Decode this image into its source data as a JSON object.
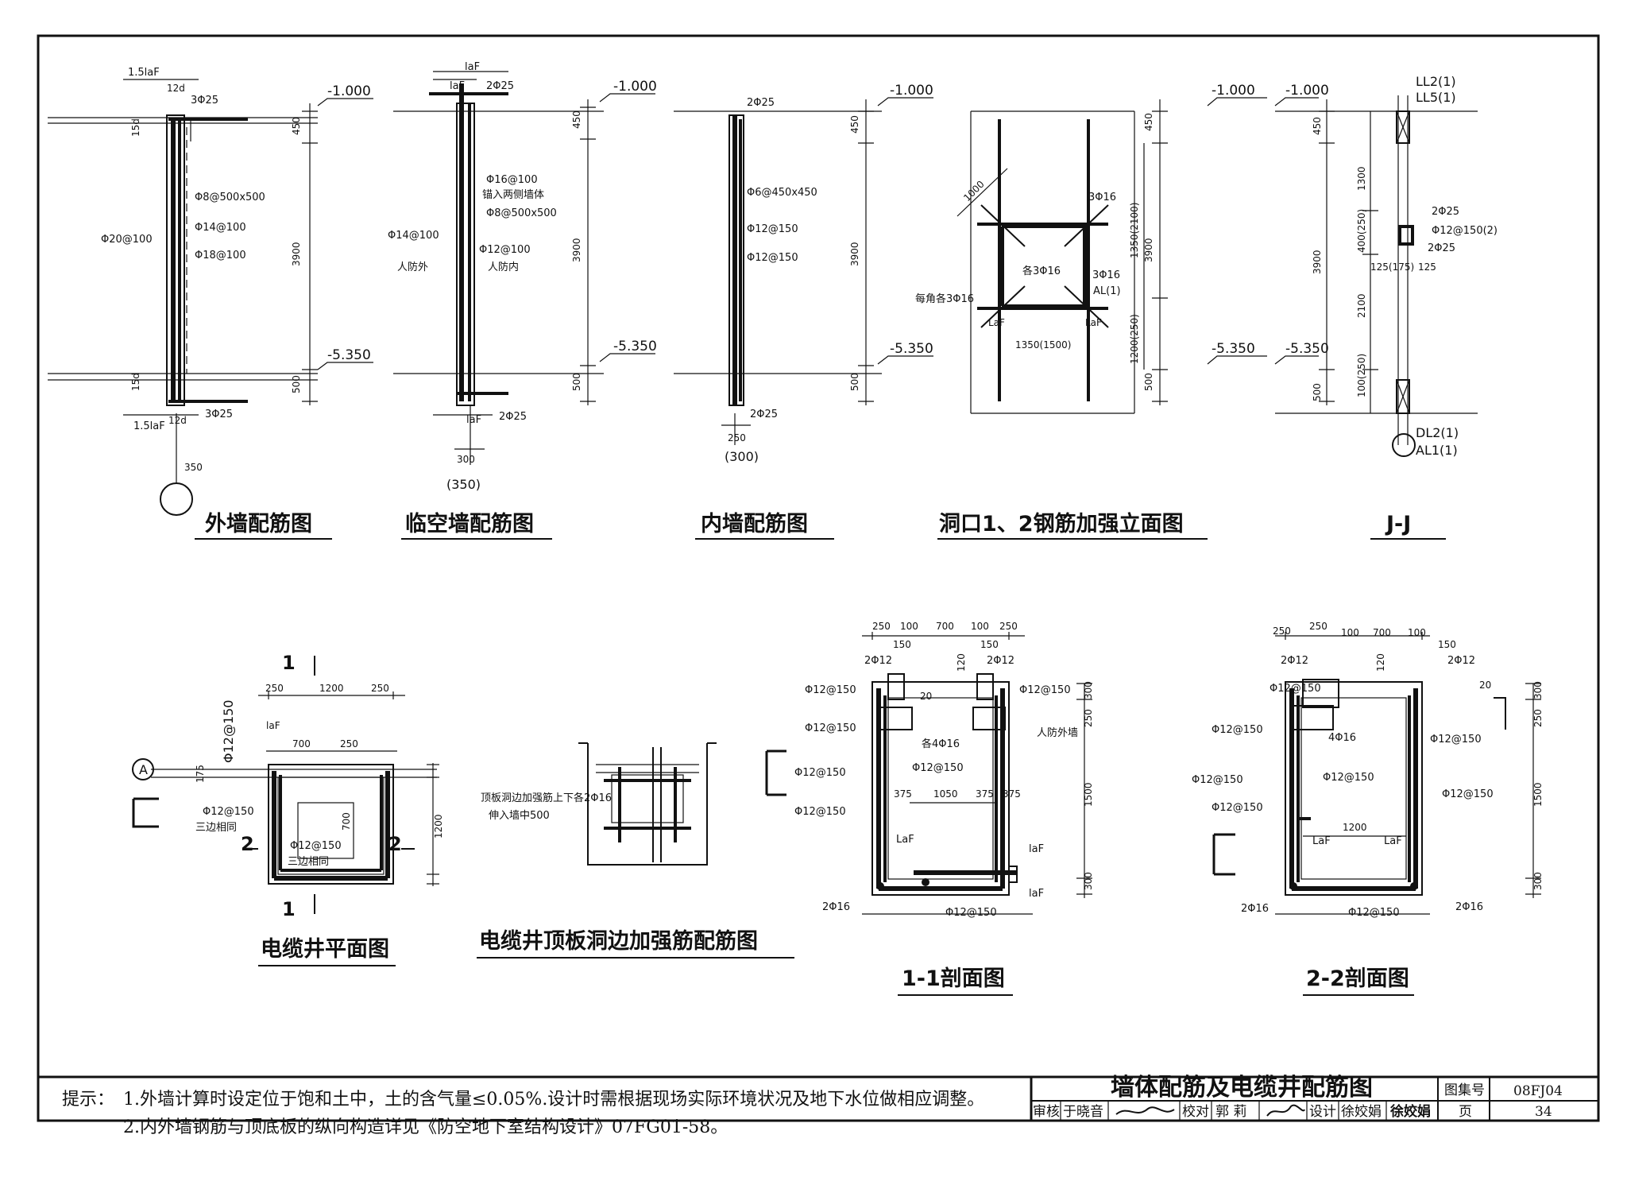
{
  "levels": {
    "top": "-1.000",
    "bottom": "-5.350"
  },
  "dims": {
    "d450": "450",
    "d3900": "3900",
    "d500": "500",
    "d350": "350",
    "d300": "300",
    "d_350p": "(350)",
    "d250": "250",
    "d_300p": "(300)",
    "d1350_2100": "1350(2100)",
    "d1200_250": "1200(250)",
    "d1350_1500": "1350(1500)",
    "d1000": "1000",
    "d1300": "1300",
    "d400_250": "400(250)",
    "d125_175": "125(175)",
    "d125": "125",
    "d2100": "2100",
    "d100_250": "100(250)",
    "d1200": "1200",
    "d700": "700",
    "d175": "175",
    "d150": "150",
    "d100": "100",
    "d120": "120",
    "d20": "20",
    "d375": "375",
    "d1050": "1050",
    "d1500": "1500"
  },
  "outer_wall": {
    "title": "外墙配筋图",
    "labels": {
      "l15laf": "1.5laF",
      "l12d": "12d",
      "l3p25a": "3Φ25",
      "l15d": "15d",
      "l8_500": "Φ8@500x500",
      "l14_100": "Φ14@100",
      "l20_100": "Φ20@100",
      "l18_100": "Φ18@100",
      "l15d2": "15d",
      "l3p25b": "3Φ25",
      "l15laf2": "1.5laF",
      "l12d2": "12d"
    }
  },
  "edge_wall": {
    "title": "临空墙配筋图",
    "labels": {
      "laf1": "laF",
      "laf2": "laF",
      "p225a": "2Φ25",
      "p16_100": "Φ16@100",
      "anchor": "锚入两侧墙体",
      "p8_500": "Φ8@500x500",
      "p14_100": "Φ14@100",
      "p12_100": "Φ12@100",
      "outside": "人防外",
      "inside": "人防内",
      "laf3": "laF",
      "p225b": "2Φ25"
    }
  },
  "inner_wall": {
    "title": "内墙配筋图",
    "labels": {
      "p225a": "2Φ25",
      "p6_450": "Φ6@450x450",
      "p12_150a": "Φ12@150",
      "p12_150b": "Φ12@150",
      "p225b": "2Φ25"
    }
  },
  "opening": {
    "title": "洞口1、2钢筋加强立面图",
    "labels": {
      "p316a": "3Φ16",
      "each316": "各3Φ16",
      "p316b": "3Φ16",
      "al1": "AL(1)",
      "corner": "每角各3Φ16",
      "laf1": "LaF",
      "laf2": "LaF"
    }
  },
  "jj": {
    "title": "J-J",
    "labels": {
      "ll2": "LL2(1)",
      "ll5": "LL5(1)",
      "p225a": "2Φ25",
      "p12_150": "Φ12@150(2)",
      "p225b": "2Φ25",
      "dl2": "DL2(1)",
      "al1": "AL1(1)"
    }
  },
  "cable_plan": {
    "title": "电缆井平面图",
    "labels": {
      "sec1": "1",
      "sec1b": "1",
      "sec2": "2",
      "sec2b": "2",
      "axis": "A",
      "p12_150v": "Φ12@150",
      "p12_150a": "Φ12@150",
      "same1": "三边相同",
      "p12_150b": "Φ12@150",
      "same2": "三边相同",
      "laf": "laF"
    }
  },
  "roof": {
    "title": "电缆井顶板洞边加强筋配筋图",
    "labels": {
      "line1": "顶板洞边加强筋上下各2Φ16",
      "line2": "伸入墙中500"
    }
  },
  "sec11": {
    "title": "1-1剖面图",
    "labels": {
      "p212a": "2Φ12",
      "p212b": "2Φ12",
      "p12_150a": "Φ12@150",
      "p12_150b": "Φ12@150",
      "p12_150c": "Φ12@150",
      "each416": "各4Φ16",
      "outer": "人防外墙",
      "p12_150d": "Φ12@150",
      "p12_150e": "Φ12@150",
      "p12_150f": "Φ12@150",
      "laf1": "LaF",
      "laf2": "laF",
      "laf3": "laF",
      "p216": "2Φ16",
      "p12_150g": "Φ12@150"
    }
  },
  "sec22": {
    "title": "2-2剖面图",
    "labels": {
      "p212a": "2Φ12",
      "p212b": "2Φ12",
      "p12_150a": "Φ12@150",
      "p12_150b": "Φ12@150",
      "p416": "4Φ16",
      "p12_150c": "Φ12@150",
      "p12_150d": "Φ12@150",
      "p12_150e": "Φ12@150",
      "p12_150f": "Φ12@150",
      "p12_150g": "Φ12@150",
      "laf1": "LaF",
      "laf2": "LaF",
      "p216a": "2Φ16",
      "p216b": "2Φ16",
      "p12_150h": "Φ12@150"
    }
  },
  "notes": {
    "label": "提示：",
    "line1": "1.外墙计算时设定位于饱和土中，土的含气量≤0.05%.设计时需根据现场实际环境状况及地下水位做相应调整。",
    "line2": "2.内外墙钢筋与顶底板的纵向构造详见《防空地下室结构设计》07FG01-58。"
  },
  "title_block": {
    "drawing_title": "墙体配筋及电缆井配筋图",
    "atlas_label": "图集号",
    "atlas_no": "08FJ04",
    "review_label": "审核",
    "reviewer": "于晓音",
    "check_label": "校对",
    "checker": "郭 莉",
    "design_label": "设计",
    "designer": "徐姣娟",
    "designer_sig": "徐姣娟",
    "page_label": "页",
    "page_no": "34"
  }
}
